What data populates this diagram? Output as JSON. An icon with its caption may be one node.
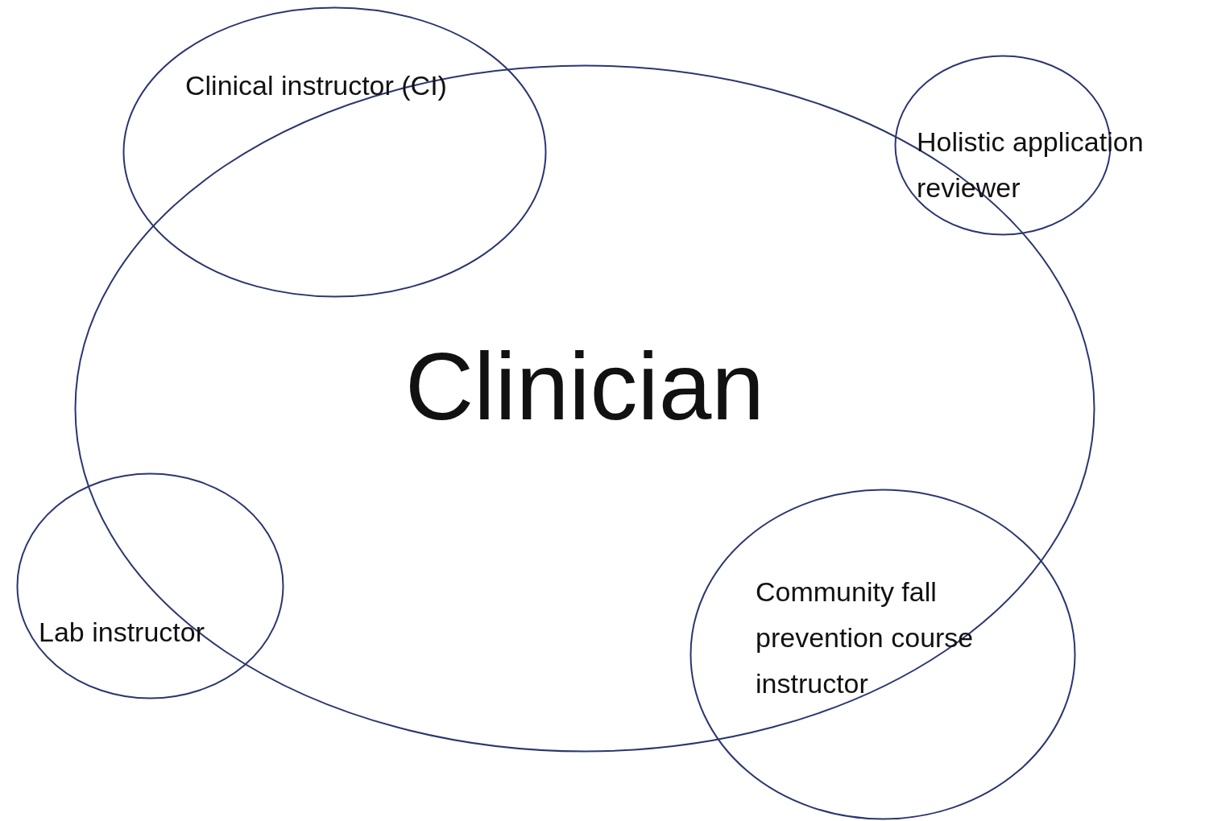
{
  "diagram": {
    "nodes": [
      {
        "text": [
          "Clinical instructor (CI)"
        ]
      },
      {
        "text": [
          "Holistic application reviewer"
        ]
      },
      {
        "text": [
          "Clinician"
        ]
      },
      {
        "text": [
          "Lab instructor"
        ]
      },
      {
        "text": [
          "Community fall prevention course instructor"
        ]
      }
    ]
  }
}
